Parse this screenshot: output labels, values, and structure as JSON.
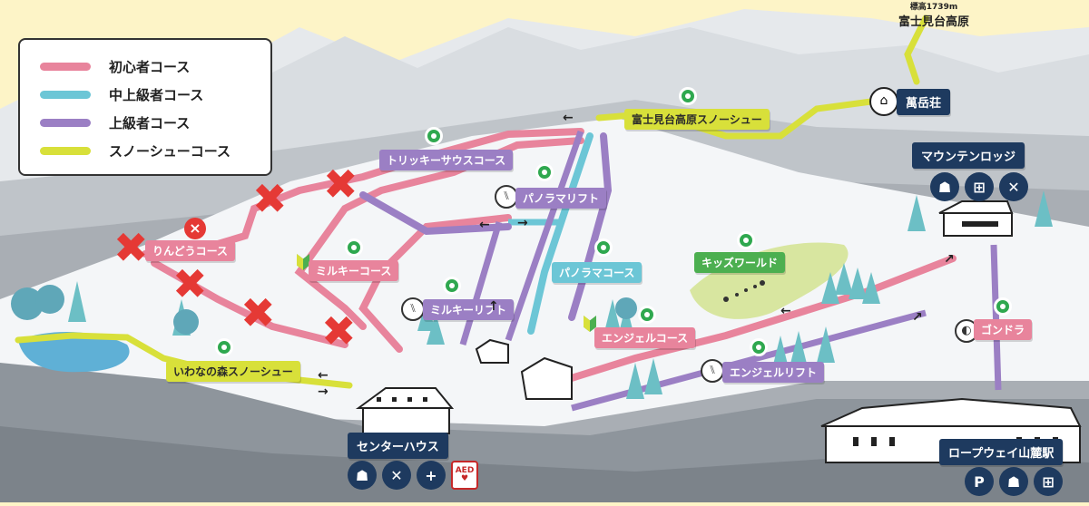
{
  "summit": {
    "altitude": "標高1739m",
    "name": "富士見台高原"
  },
  "legend": [
    {
      "label": "初心者コース",
      "color": "#e8849c"
    },
    {
      "label": "中上級者コース",
      "color": "#6cc6d6"
    },
    {
      "label": "上級者コース",
      "color": "#9b7fc4"
    },
    {
      "label": "スノーシューコース",
      "color": "#d8e03a"
    }
  ],
  "facilities": {
    "banrakuso": "萬岳荘",
    "mountain_lodge": "マウンテンロッジ",
    "center_house": "センターハウス",
    "ropeway_station": "ロープウェイ山麓駅"
  },
  "courses": {
    "fujimidai_snowshoe": "富士見台高原スノーシュー",
    "tricky_south": "トリッキーサウスコース",
    "panorama_lift": "パノラマリフト",
    "rindo": "りんどうコース",
    "milky_course": "ミルキーコース",
    "panorama_course": "パノラマコース",
    "kids_world": "キッズワールド",
    "milky_lift": "ミルキーリフト",
    "angel_course": "エンジェルコース",
    "gondola": "ゴンドラ",
    "iwana_snowshoe": "いわなの森スノーシュー",
    "angel_lift": "エンジェルリフト"
  },
  "icons": {
    "lodge": [
      "toilet-icon",
      "shop-icon",
      "restaurant-icon"
    ],
    "center": [
      "toilet-icon",
      "restaurant-icon",
      "first-aid-icon",
      "aed-icon"
    ],
    "ropeway": [
      "parking-icon",
      "toilet-icon",
      "shop-icon"
    ],
    "aed_text": "AED",
    "parking_text": "P"
  },
  "colors": {
    "navy": "#1e3a5f",
    "closed_mark": "#e53935",
    "open_pin": "#2fa84f"
  }
}
